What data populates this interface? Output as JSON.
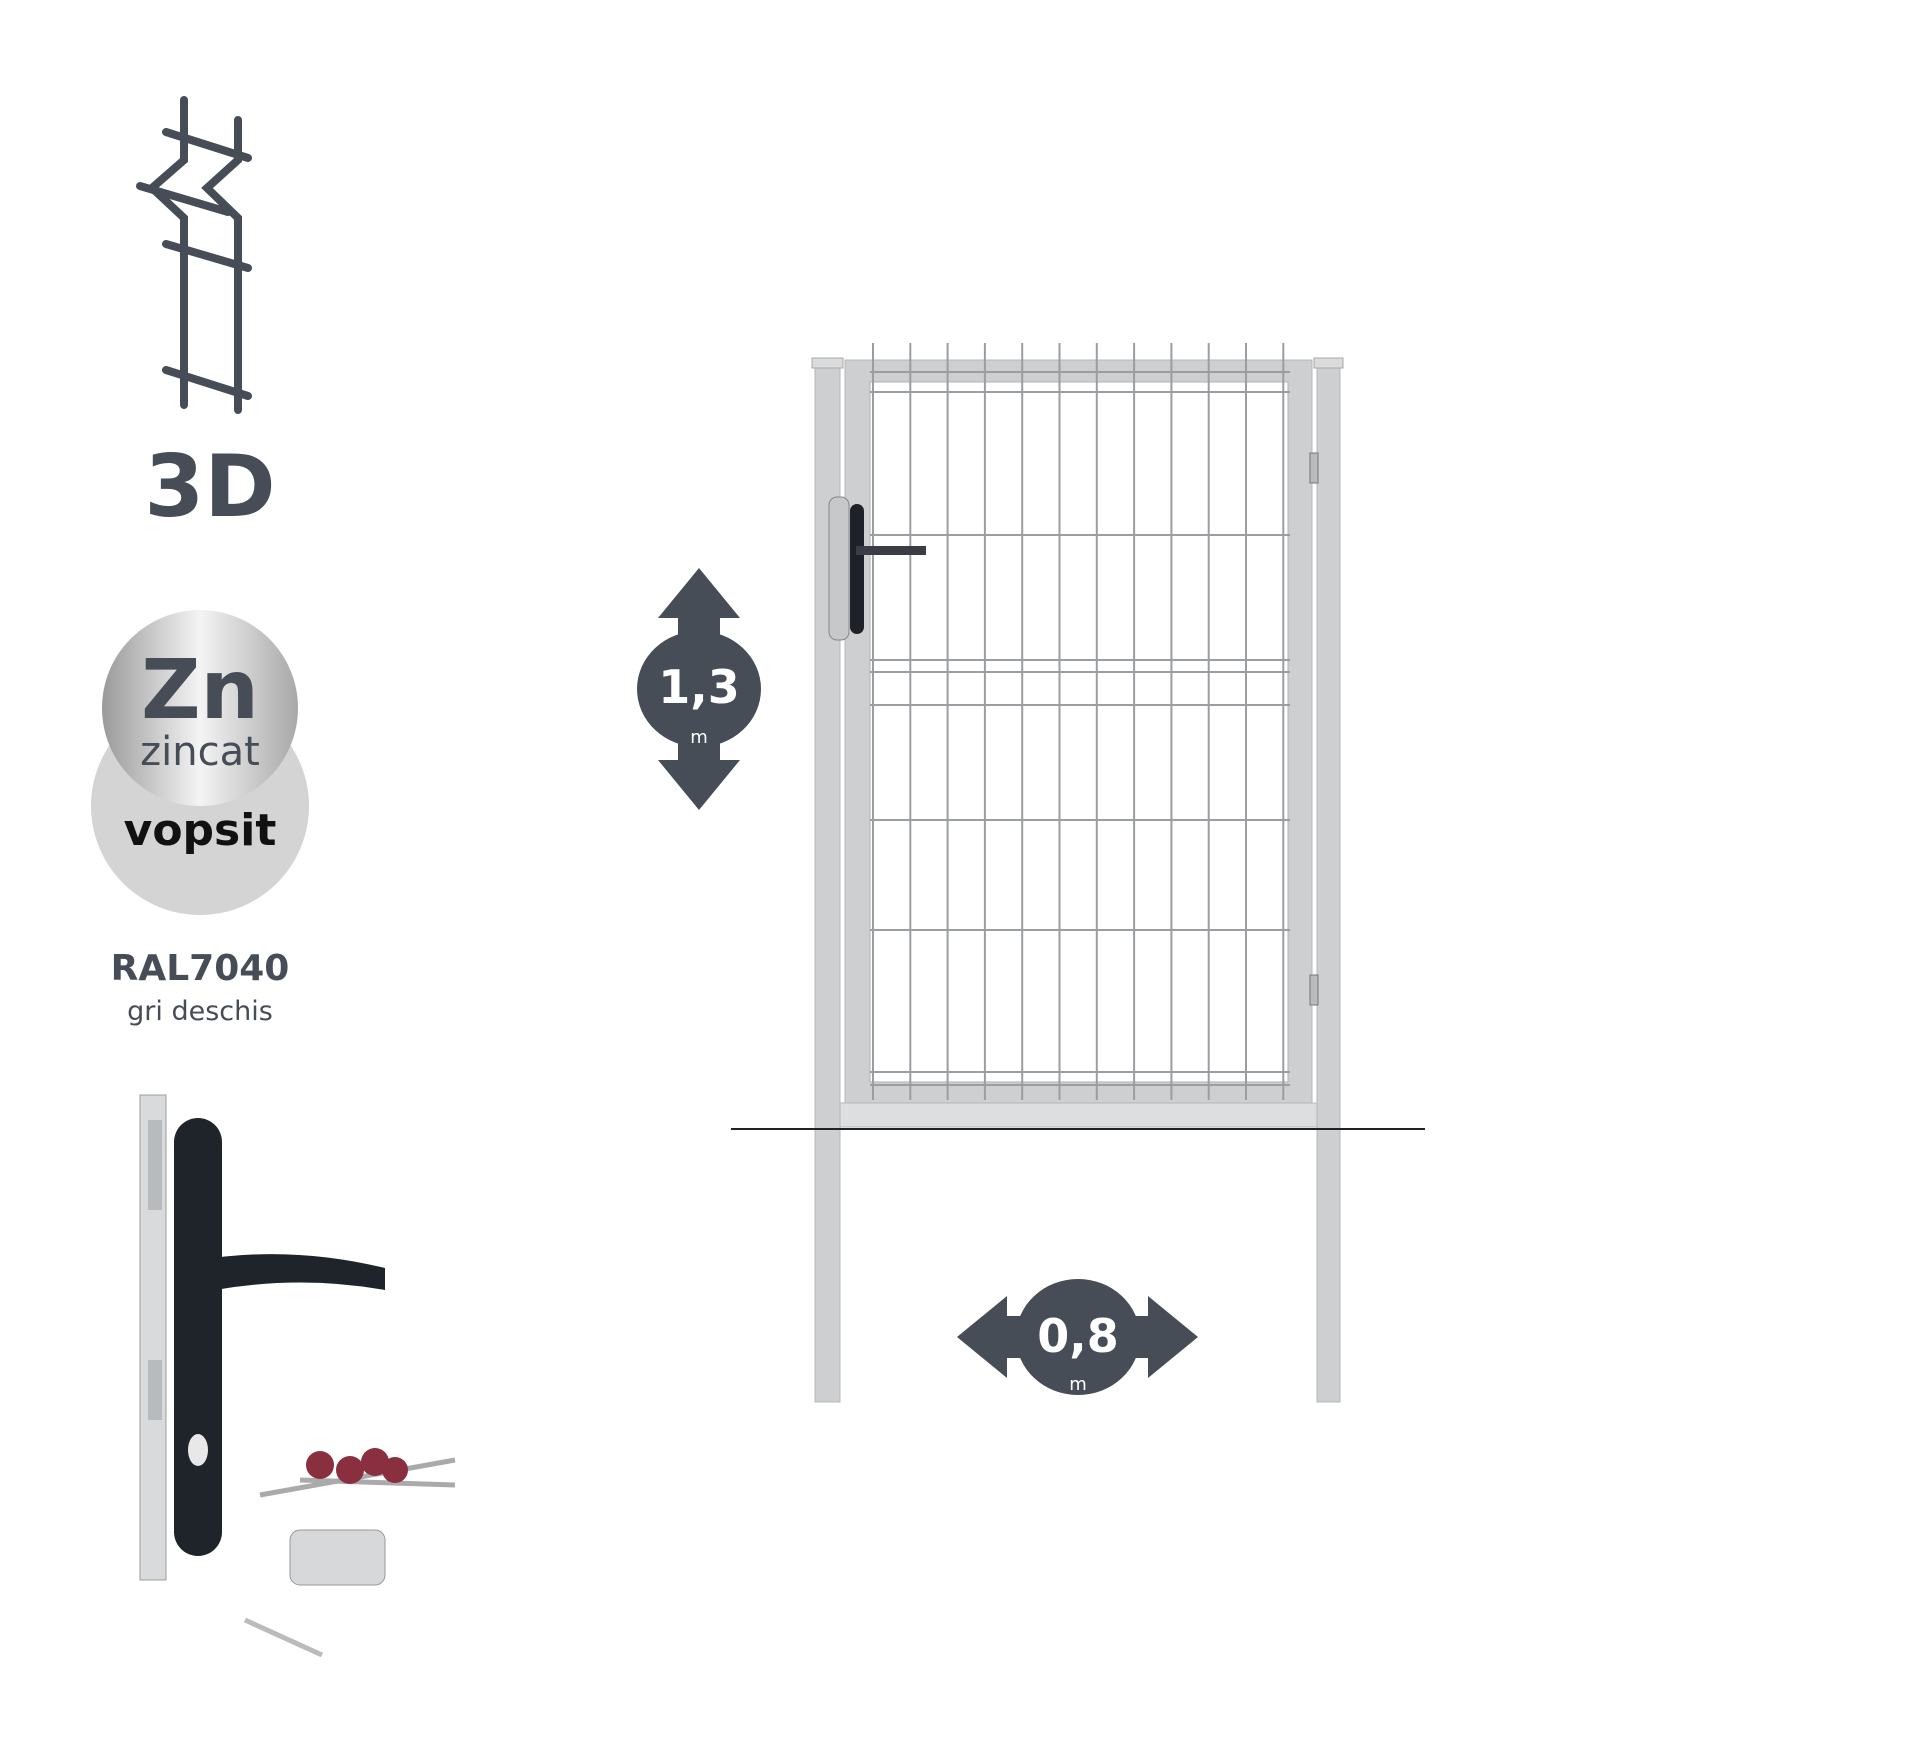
{
  "badges": {
    "type_label": "3D",
    "zinc_symbol": "Zn",
    "zinc_label": "zincat",
    "paint_label": "vopsit",
    "color_code": "RAL7040",
    "color_name": "gri deschis"
  },
  "dimensions": {
    "height_value": "1,3",
    "height_unit": "m",
    "width_value": "0,8",
    "width_unit": "m"
  },
  "colors": {
    "icon_dark": "#474d57",
    "frame_gray": "#cdcfd0",
    "handle_black": "#1e2228",
    "key_red": "#8a2f3f"
  }
}
